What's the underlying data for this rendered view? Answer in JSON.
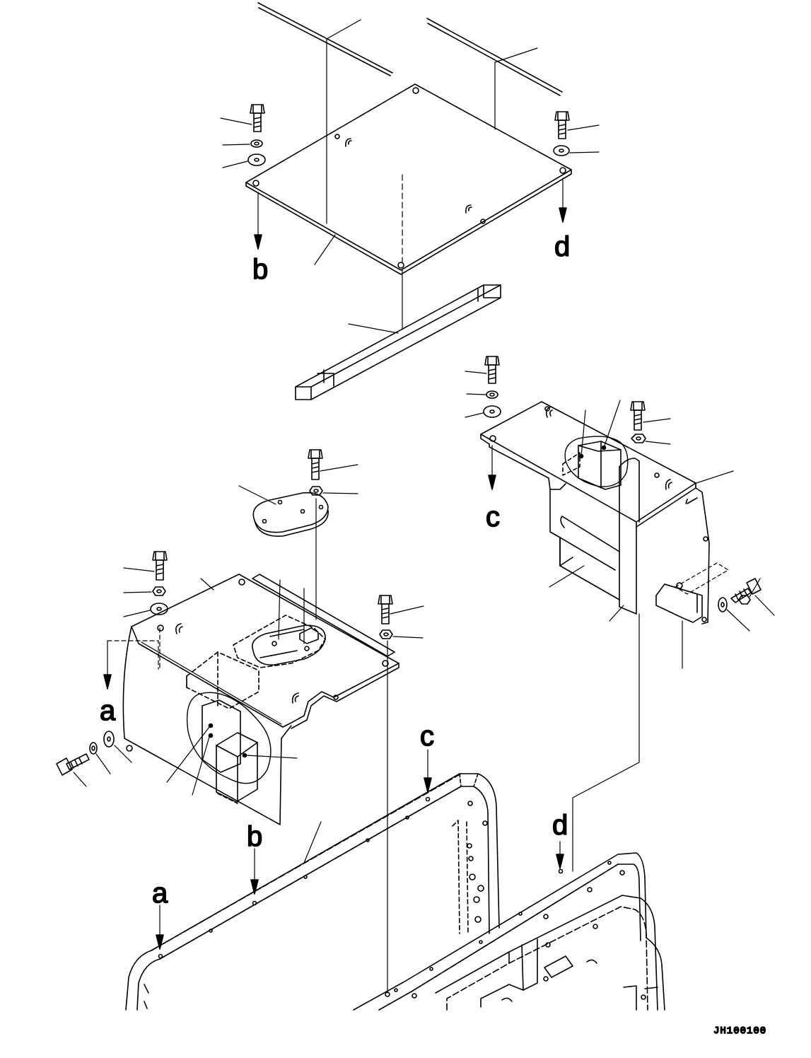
{
  "drawing": {
    "code": "JH100100",
    "ref_letters": {
      "top_b": "b",
      "top_d": "d",
      "right_c": "c",
      "left_a": "a",
      "frame_c": "c",
      "frame_b": "b",
      "frame_a": "a",
      "frame_d": "d"
    }
  },
  "colors": {
    "ink": "#000000",
    "paper": "#ffffff"
  }
}
